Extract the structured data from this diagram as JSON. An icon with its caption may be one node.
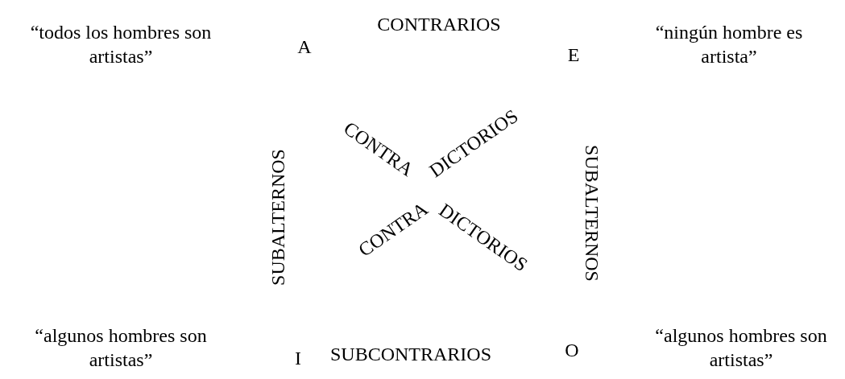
{
  "diagram": {
    "labels": [
      "“todos los hombres son artistas”",
      "A",
      "CONTRARIOS",
      "E",
      "“ningún hombre es artista”",
      "CONTRA",
      "DICTORIOS",
      "SUBALTERNOS",
      "SUBALTERNOS",
      "CONTRA",
      "DICTORIOS",
      "“algunos hombres son artistas”",
      "I",
      "SUBCONTRARIOS",
      "O",
      "“algunos hombres son artistas”"
    ]
  }
}
